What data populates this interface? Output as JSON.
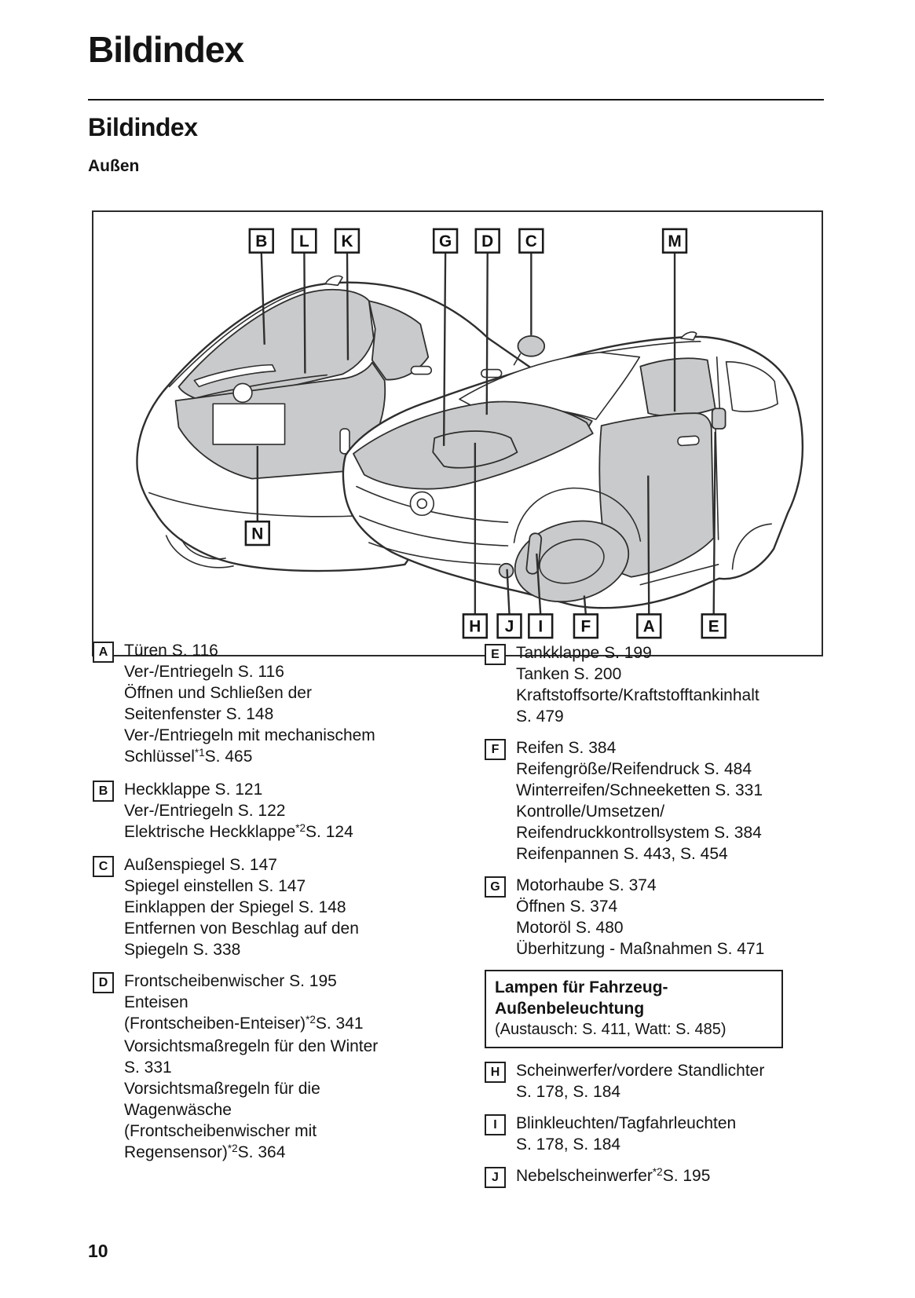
{
  "page": {
    "header_title": "Bildindex",
    "section_title": "Bildindex",
    "subsection_title": "Außen",
    "page_number": "10"
  },
  "diagram": {
    "callouts_top": [
      "B",
      "L",
      "K",
      "G",
      "D",
      "C",
      "M"
    ],
    "callout_left": "N",
    "callouts_bottom": [
      "H",
      "J",
      "I",
      "F",
      "A",
      "E"
    ],
    "shade_color": "#c9cacb",
    "line_color": "#2e2e2e"
  },
  "index": {
    "left_column": [
      {
        "type": "entry",
        "letter": "A",
        "lines": [
          "Türen S. 116",
          "Ver-/Entriegeln S. 116",
          "Öffnen und Schließen der",
          "Seitenfenster S. 148",
          "Ver-/Entriegeln mit mechanischem",
          "Schlüssel^{*1}S. 465"
        ]
      },
      {
        "type": "entry",
        "letter": "B",
        "lines": [
          "Heckklappe S. 121",
          "Ver-/Entriegeln S. 122",
          "Elektrische Heckklappe^{*2}S. 124"
        ]
      },
      {
        "type": "entry",
        "letter": "C",
        "lines": [
          "Außenspiegel S. 147",
          "Spiegel einstellen S. 147",
          "Einklappen der Spiegel S. 148",
          "Entfernen von Beschlag auf den",
          "Spiegeln S. 338"
        ]
      },
      {
        "type": "entry",
        "letter": "D",
        "lines": [
          "Frontscheibenwischer S. 195",
          "Enteisen",
          "(Frontscheiben-Enteiser)^{*2}S. 341",
          "Vorsichtsmaßregeln für den Winter",
          "S. 331",
          "Vorsichtsmaßregeln für die",
          "Wagenwäsche",
          "(Frontscheibenwischer mit",
          "Regensensor)^{*2}S. 364"
        ]
      }
    ],
    "right_column": [
      {
        "type": "entry",
        "letter": "E",
        "lines": [
          "Tankklappe S. 199",
          "Tanken S. 200",
          "Kraftstoffsorte/Kraftstofftankinhalt",
          "S. 479"
        ]
      },
      {
        "type": "entry",
        "letter": "F",
        "lines": [
          "Reifen S. 384",
          "Reifengröße/Reifendruck S. 484",
          "Winterreifen/Schneeketten S. 331",
          "Kontrolle/Umsetzen/",
          "Reifendruckkontrollsystem S. 384",
          "Reifenpannen S. 443, S. 454"
        ]
      },
      {
        "type": "entry",
        "letter": "G",
        "lines": [
          "Motorhaube S. 374",
          "Öffnen S. 374",
          "Motoröl S. 480",
          "Überhitzung - Maßnahmen S. 471"
        ]
      },
      {
        "type": "note",
        "title_lines": [
          "Lampen für Fahrzeug-",
          "Außenbeleuchtung"
        ],
        "sub_line": "(Austausch: S. 411, Watt: S. 485)"
      },
      {
        "type": "entry",
        "letter": "H",
        "lines": [
          "Scheinwerfer/vordere Standlichter",
          "S. 178, S. 184"
        ]
      },
      {
        "type": "entry",
        "letter": "I",
        "lines": [
          "Blinkleuchten/Tagfahrleuchten",
          "S. 178, S. 184"
        ]
      },
      {
        "type": "entry",
        "letter": "J",
        "lines": [
          "Nebelscheinwerfer^{*2}S. 195"
        ]
      }
    ]
  }
}
